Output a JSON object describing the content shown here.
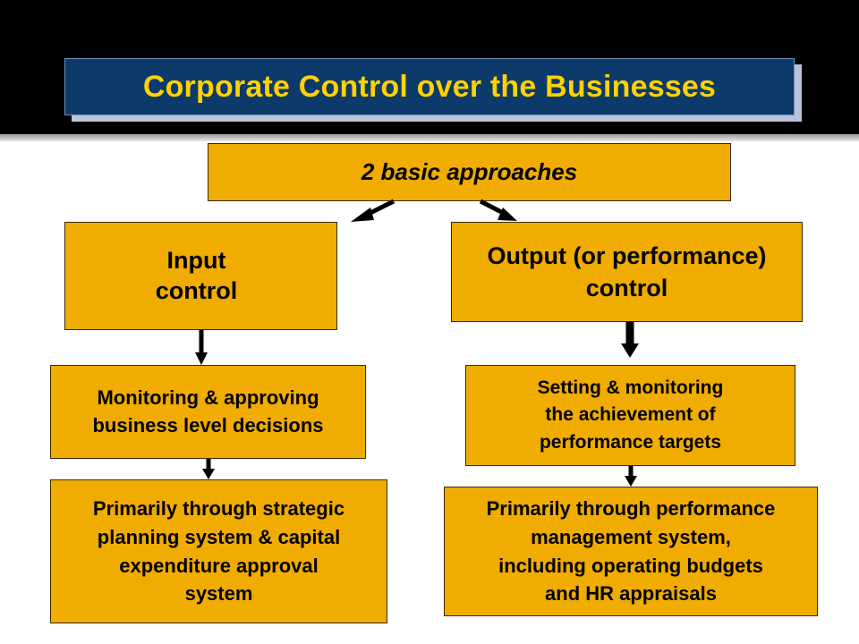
{
  "title": "Corporate Control over the Businesses",
  "approaches": "2 basic approaches",
  "input_control": "Input\ncontrol",
  "output_control": "Output (or performance)\ncontrol",
  "input_detail": "Monitoring & approving\nbusiness level decisions",
  "output_detail": "Setting & monitoring\nthe achievement of\nperformance targets",
  "input_means": "Primarily through strategic\nplanning system & capital\nexpenditure approval\nsystem",
  "output_means": "Primarily through performance\nmanagement system,\nincluding operating budgets\nand HR appraisals",
  "colors": {
    "header_background": "#000000",
    "title_box": "#0b3a6b",
    "title_text": "#ffd200",
    "box_fill": "#f0ac00"
  }
}
